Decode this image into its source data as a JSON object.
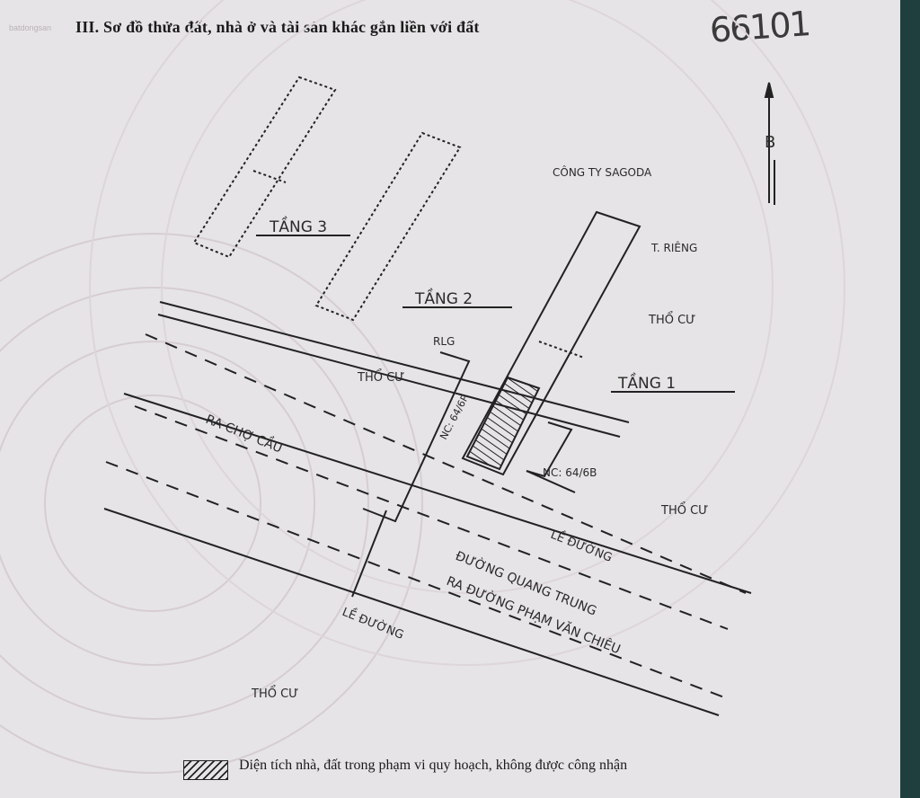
{
  "header": {
    "title": "III. Sơ đồ thửa đất, nhà ở và tài sản khác gắn liền với đất",
    "doc_number": "66101"
  },
  "watermark": "batdongsan",
  "north_label": "B",
  "floors": {
    "floor3": "TẦNG 3",
    "floor2": "TẦNG 2",
    "floor1": "TẦNG 1"
  },
  "neighbors": {
    "company": "CÔNG TY SAGODA",
    "private": "T. RIÊNG",
    "residential_east": "THỔ CƯ",
    "residential_west": "THỔ CƯ",
    "residential_se": "THỔ CƯ",
    "residential_south": "THỔ CƯ",
    "rlg": "RLG"
  },
  "roads": {
    "ra_cho_cau": "RA CHỢ CẦU",
    "le_duong_1": "LỀ ĐƯỜNG",
    "duong_quang_trung": "ĐƯỜNG QUANG TRUNG",
    "ra_duong_pham_van_chieu": "RA ĐƯỜNG PHẠM VĂN CHIÊU",
    "le_duong_2": "LỀ ĐƯỜNG"
  },
  "house_numbers": {
    "left": "NC: 64/6P",
    "right": "NC: 64/6B"
  },
  "legend": {
    "text": "Diện tích nhà, đất trong phạm vi quy hoạch, không được công nhận"
  }
}
